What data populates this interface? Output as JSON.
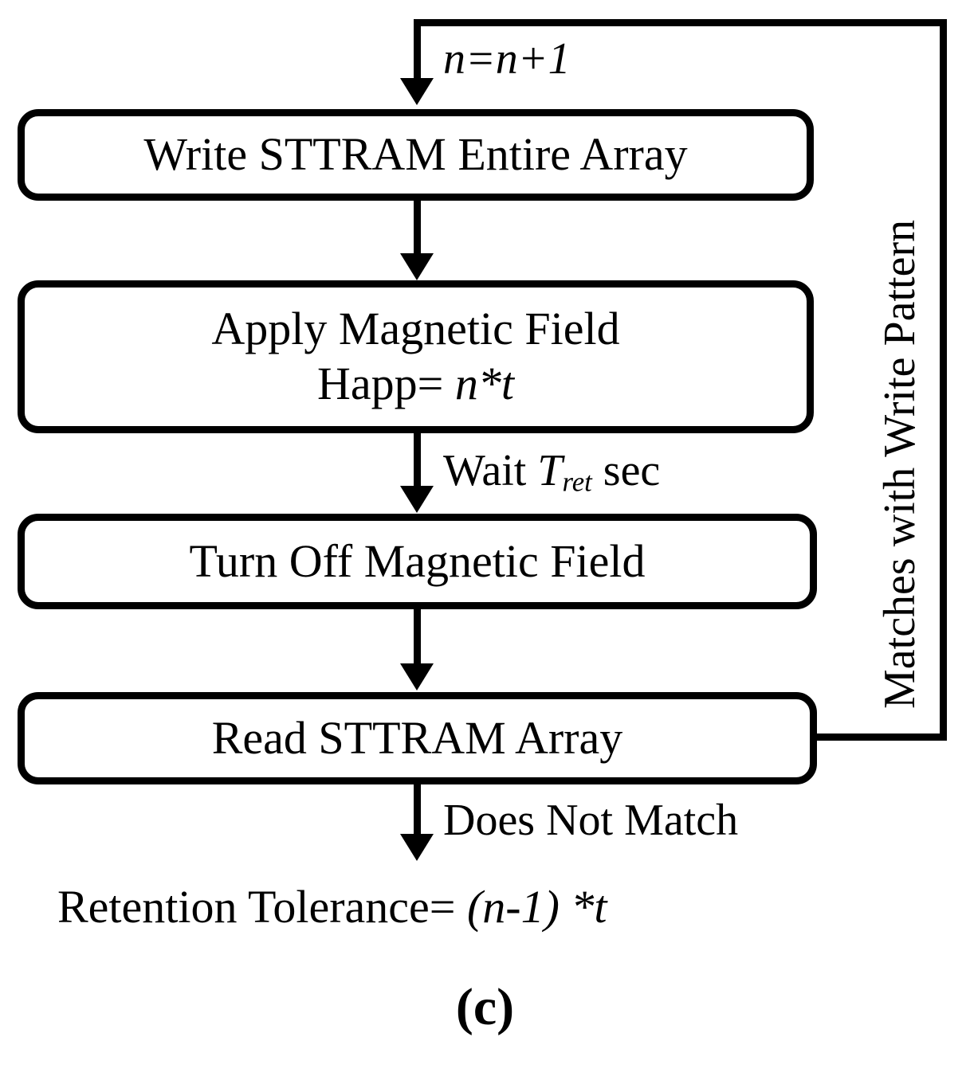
{
  "figure": {
    "caption": "(c)",
    "type": "flowchart"
  },
  "nodes": [
    {
      "id": "write-array",
      "label": "Write STTRAM Entire Array"
    },
    {
      "id": "apply-field",
      "label_line1": "Apply Magnetic Field",
      "label_line2_prefix": "Happ= ",
      "label_line2_italic": "n*t"
    },
    {
      "id": "turn-off-field",
      "label": "Turn Off Magnetic Field"
    },
    {
      "id": "read-array",
      "label": "Read STTRAM Array"
    }
  ],
  "edge_labels": {
    "increment": "n=n+1",
    "wait_prefix": "Wait ",
    "wait_symbol": "T",
    "wait_subscript": "ret",
    "wait_suffix": " sec",
    "feedback": "Matches with Write Pattern",
    "no_match": "Does Not Match"
  },
  "result": {
    "prefix": "Retention Tolerance= ",
    "expression": "(n-1) *t"
  },
  "colors": {
    "stroke": "#000000",
    "background": "#ffffff"
  }
}
